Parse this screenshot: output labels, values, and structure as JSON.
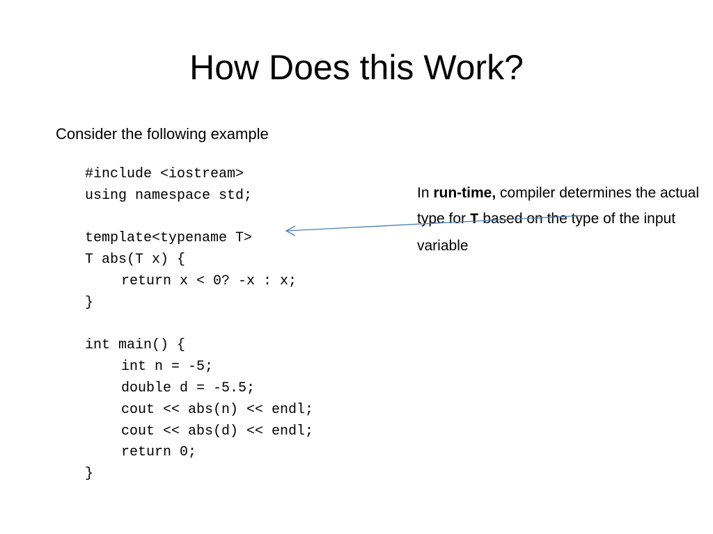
{
  "slide": {
    "title": "How Does this Work?",
    "subtitle": "Consider the following example"
  },
  "code": {
    "lines": [
      {
        "text": "#include <iostream>",
        "indent": 0
      },
      {
        "text": "using namespace std;",
        "indent": 0
      },
      {
        "text": "",
        "indent": 0
      },
      {
        "text": "template<typename T>",
        "indent": 0
      },
      {
        "text": "T abs(T x) {",
        "indent": 0
      },
      {
        "text": "return x < 0? -x : x;",
        "indent": 1
      },
      {
        "text": "}",
        "indent": 0
      },
      {
        "text": "",
        "indent": 0
      },
      {
        "text": "int main() {",
        "indent": 0
      },
      {
        "text": "int n = -5;",
        "indent": 1
      },
      {
        "text": "double d = -5.5;",
        "indent": 1
      },
      {
        "text": "cout << abs(n) << endl;",
        "indent": 1
      },
      {
        "text": "cout << abs(d) << endl;",
        "indent": 1
      },
      {
        "text": "return 0;",
        "indent": 1
      },
      {
        "text": "}",
        "indent": 0
      }
    ]
  },
  "note": {
    "part1": "In ",
    "bold": "run-time,",
    "part2": " compiler determines the actual type for ",
    "code": "T",
    "part3": " based on the type of the input variable"
  },
  "colors": {
    "arrow": "#4a7ebb"
  }
}
